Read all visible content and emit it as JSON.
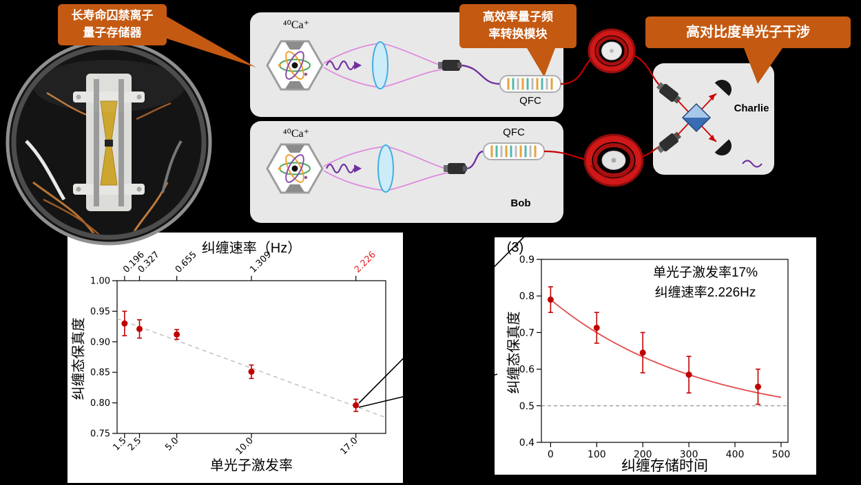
{
  "figure": {
    "background": "#000000",
    "accent_color": "#C45911"
  },
  "callouts": {
    "memory": {
      "line1": "长寿命囚禁离子",
      "line2": "量子存储器"
    },
    "qfc": {
      "line1": "高效率量子频",
      "line2": "率转换模块"
    },
    "interference": {
      "label": "高对比度单光子干涉"
    }
  },
  "schematic": {
    "ion_label": "⁴⁰Ca⁺",
    "qfc_label": "QFC",
    "bob_label": "Bob",
    "charlie_label": "Charlie"
  },
  "chart_data": [
    {
      "type": "scatter",
      "panel": "left",
      "xlabel": "单光子激发率",
      "ylabel": "纠缠态保真度",
      "top_axis_label": "纠缠速率（Hz）",
      "x": [
        1.5,
        2.5,
        5.0,
        10.0,
        17.0
      ],
      "xtick_labels": [
        "1.5",
        "2.5",
        "5.0",
        "10.0",
        "17.0"
      ],
      "top_tick_labels": [
        "0.196",
        "0.327",
        "0.655",
        "1.309",
        "2.226"
      ],
      "top_tick_highlight_index": 4,
      "top_tick_highlight_color": "#e02020",
      "y": [
        0.93,
        0.921,
        0.912,
        0.851,
        0.796
      ],
      "yerr": [
        0.02,
        0.015,
        0.008,
        0.011,
        0.01
      ],
      "xlim": [
        1,
        19
      ],
      "ylim": [
        0.75,
        1.0
      ],
      "yticks": [
        0.75,
        0.8,
        0.85,
        0.9,
        0.95,
        1.0
      ],
      "ytick_labels": [
        "0.75",
        "0.80",
        "0.85",
        "0.90",
        "0.95",
        "1.00"
      ],
      "point_color": "#c00000",
      "trend_line": {
        "x": [
          1,
          19
        ],
        "y": [
          0.938,
          0.776
        ],
        "color": "#bfbfbf",
        "style": "dashed"
      },
      "grid": false
    },
    {
      "type": "scatter",
      "panel": "right",
      "corner_label": "(3)",
      "xlabel": "纠缠存储时间",
      "ylabel": "纠缠态保真度",
      "x": [
        0,
        100,
        200,
        300,
        450
      ],
      "y": [
        0.79,
        0.713,
        0.645,
        0.585,
        0.552
      ],
      "yerr": [
        0.035,
        0.042,
        0.055,
        0.05,
        0.048
      ],
      "xlim": [
        -20,
        515
      ],
      "ylim": [
        0.4,
        0.9
      ],
      "xticks": [
        0,
        100,
        200,
        300,
        400,
        500
      ],
      "xtick_labels": [
        "0",
        "100",
        "200",
        "300",
        "400",
        "500"
      ],
      "yticks": [
        0.4,
        0.5,
        0.6,
        0.7,
        0.8,
        0.9
      ],
      "ytick_labels": [
        "0.4",
        "0.5",
        "0.6",
        "0.7",
        "0.8",
        "0.9"
      ],
      "point_color": "#c00000",
      "fit_curve": {
        "model": "baseline + amplitude*exp(-t/tau)",
        "baseline": 0.45,
        "amplitude": 0.34,
        "tau": 325,
        "color": "#e34b4b",
        "t_range": [
          0,
          500
        ]
      },
      "reference_line": {
        "y": 0.5,
        "color": "#999999",
        "style": "dashed"
      },
      "annotation": [
        "单光子激发率17%",
        "纠缠速率2.226Hz"
      ],
      "grid": false
    }
  ]
}
